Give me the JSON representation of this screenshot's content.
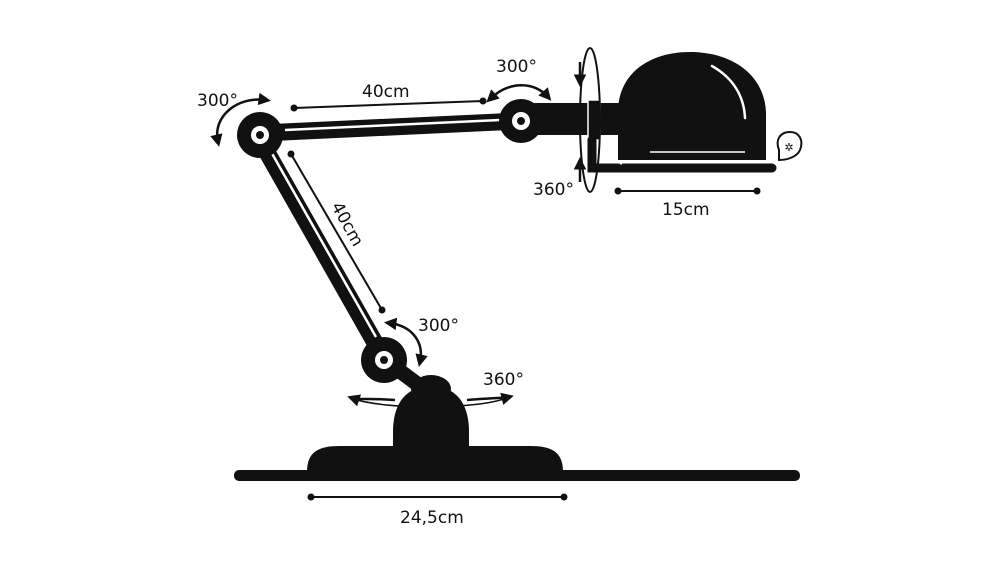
{
  "diagram": {
    "colors": {
      "ink": "#111111",
      "background": "#ffffff",
      "highlight": "#ffffff"
    },
    "dimensions": {
      "upper_arm_length": "40cm",
      "lower_arm_length": "40cm",
      "shade_length": "15cm",
      "base_width": "24,5cm"
    },
    "rotations": {
      "elbow_joint": "300°",
      "shade_joint": "300°",
      "shade_swivel": "360°",
      "base_joint": "300°",
      "base_swivel": "360°"
    },
    "icons": {
      "shade_badge": "leaf-badge-icon"
    }
  }
}
